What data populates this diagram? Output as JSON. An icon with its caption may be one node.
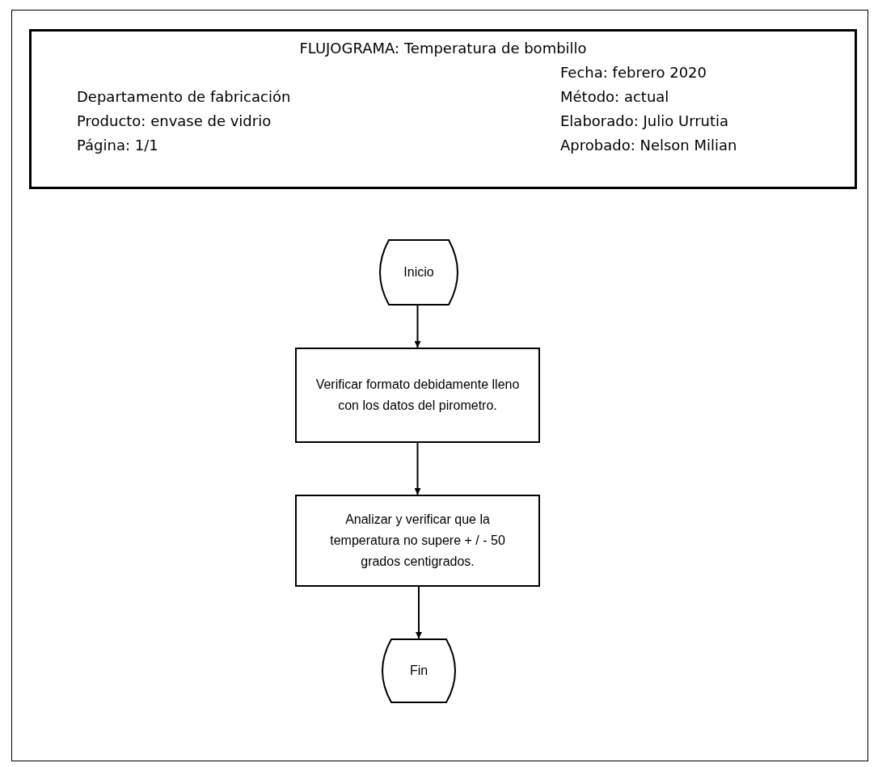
{
  "diagram": {
    "nodes": [
      {
        "text": [
          "FLUJOGRAMA: Temperatura de bombillo",
          "Fecha: febrero 2020",
          "Departamento de fabricación",
          "Método: actual",
          "Producto: envase de vidrio",
          "Elaborado: Julio Urrutia",
          "Página: 1/1",
          "Aprobado: Nelson Milian"
        ]
      },
      {
        "text": [
          "Inicio"
        ]
      },
      {
        "text": [
          "Verificar formato debidamente lleno con los datos del pirometro."
        ]
      },
      {
        "text": [
          "Analizar y verificar que la temperatura no supere + / - 50 grados centigrados."
        ]
      },
      {
        "text": [
          "Fin"
        ]
      }
    ],
    "edges": [
      {
        "from": 1,
        "to": 2,
        "arrow": "to"
      },
      {
        "from": 2,
        "to": 3,
        "arrow": "to"
      },
      {
        "from": 3,
        "to": 4,
        "arrow": "to"
      }
    ]
  }
}
